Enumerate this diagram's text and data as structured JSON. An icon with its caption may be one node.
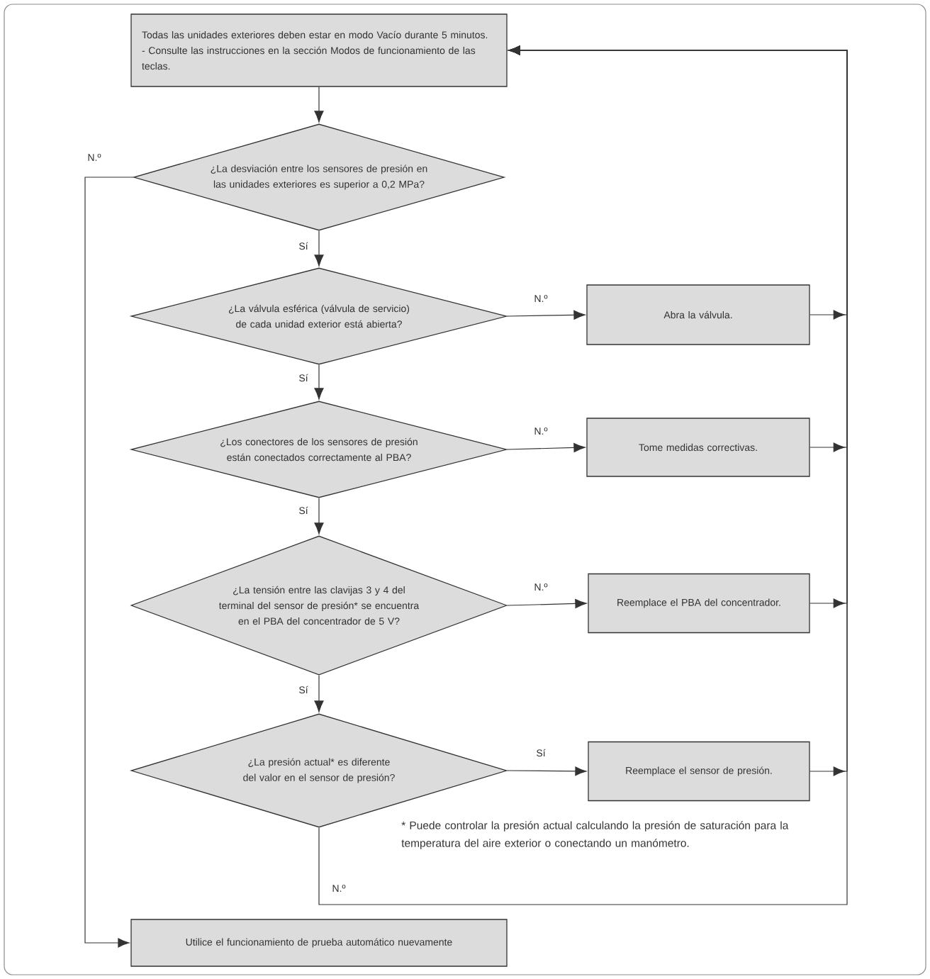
{
  "diagram": {
    "nodes": [
      {
        "text": [
          "Todas las unidades exteriores deben estar en modo Vacío durante 5 minutos.",
          "- Consulte las instrucciones en la sección Modos de funcionamiento de las teclas."
        ]
      },
      {
        "text": [
          "¿La desviación entre los sensores de presión en las unidades exteriores es superior a 0,2 MPa?"
        ]
      },
      {
        "text": [
          "¿La válvula esférica (válvula de servicio) de cada unidad exterior está abierta?"
        ]
      },
      {
        "text": [
          "Abra la válvula."
        ]
      },
      {
        "text": [
          "¿Los conectores de los sensores de presión están conectados correctamente al PBA?"
        ]
      },
      {
        "text": [
          "Tome medidas correctivas."
        ]
      },
      {
        "text": [
          "¿La tensión entre las clavijas 3 y 4 del terminal del sensor de presión* se encuentra en el PBA del concentrador de 5 V?"
        ]
      },
      {
        "text": [
          "Reemplace el PBA del concentrador."
        ]
      },
      {
        "text": [
          "¿La presión actual* es diferente del valor en el sensor de presión?"
        ]
      },
      {
        "text": [
          "Reemplace el sensor de presión."
        ]
      },
      {
        "text": [
          "Utilice el funcionamiento de prueba automático nuevamente"
        ]
      }
    ],
    "edges": [
      {
        "from": 0,
        "to": 1,
        "arrow": "to"
      },
      {
        "from": 1,
        "to": 2,
        "arrow": "to",
        "label": "Sí"
      },
      {
        "from": 1,
        "to": 10,
        "arrow": "to",
        "label": "N.º"
      },
      {
        "from": 2,
        "to": 3,
        "arrow": "to",
        "label": "N.º"
      },
      {
        "from": 2,
        "to": 4,
        "arrow": "to",
        "label": "Sí"
      },
      {
        "from": 3,
        "to": 0,
        "arrow": "to"
      },
      {
        "from": 4,
        "to": 5,
        "arrow": "to",
        "label": "N.º"
      },
      {
        "from": 4,
        "to": 6,
        "arrow": "to",
        "label": "Sí"
      },
      {
        "from": 5,
        "to": 0,
        "arrow": "to"
      },
      {
        "from": 6,
        "to": 7,
        "arrow": "to",
        "label": "N.º"
      },
      {
        "from": 6,
        "to": 8,
        "arrow": "to",
        "label": "Sí"
      },
      {
        "from": 7,
        "to": 0,
        "arrow": "to"
      },
      {
        "from": 8,
        "to": 9,
        "arrow": "to",
        "label": "Sí"
      },
      {
        "from": 9,
        "to": 0,
        "arrow": "to"
      },
      {
        "from": 8,
        "to": 0,
        "arrow": "to",
        "label": "N.º"
      }
    ],
    "labels": [
      "* Puede controlar la presión actual calculando la presión de saturación para la temperatura del aire exterior o conectando un manómetro."
    ]
  }
}
